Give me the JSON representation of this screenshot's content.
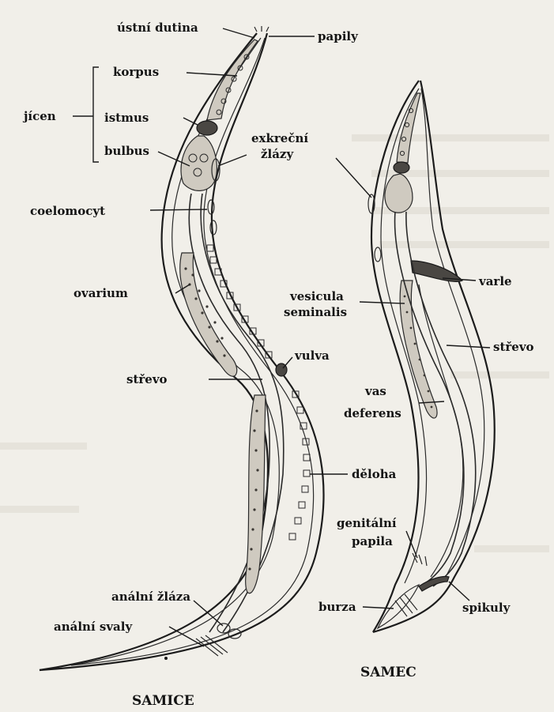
{
  "title_female": "SAMICE",
  "title_male": "SAMEC",
  "female_labels": {
    "mouth": "ústní dutina",
    "papillae": "papily",
    "esophagus": "jícen",
    "corpus": "korpus",
    "isthmus": "istmus",
    "bulbus": "bulbus",
    "excretory_1": "exkreční",
    "excretory_2": "žlázy",
    "coelomocyte": "coelomocyt",
    "ovary": "ovarium",
    "vulva": "vulva",
    "intestine": "střevo",
    "uterus": "děloha",
    "anal_gland": "anální žláza",
    "anal_muscles": "anální svaly"
  },
  "male_labels": {
    "testis": "varle",
    "seminal_vesicle_1": "vesicula",
    "seminal_vesicle_2": "seminalis",
    "intestine": "střevo",
    "vas_deferens_1": "vas",
    "vas_deferens_2": "deferens",
    "genital_papilla_1": "genitální",
    "genital_papilla_2": "papila",
    "bursa": "burza",
    "spicules": "spikuly"
  },
  "colors": {
    "paper": "#f1efe9",
    "ink": "#141414",
    "bleed_through": "#d9d5cc"
  }
}
